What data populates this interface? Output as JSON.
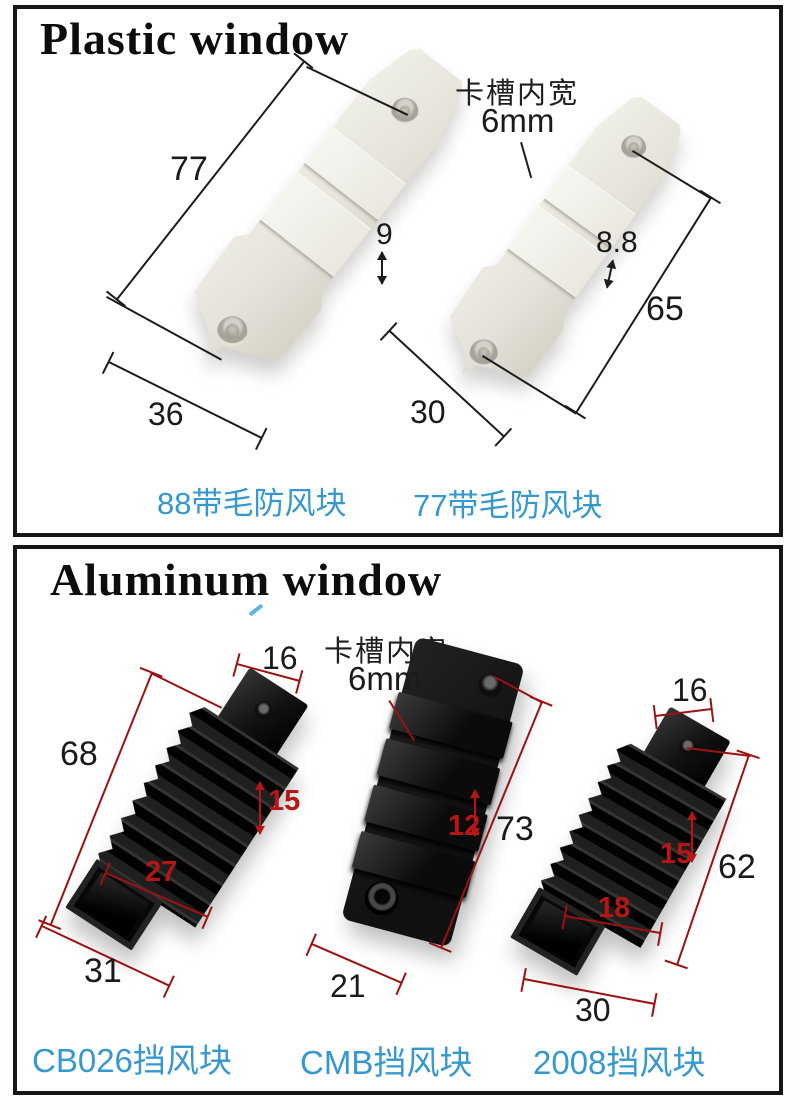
{
  "plastic": {
    "title": "Plastic window",
    "slot_note": [
      "卡槽内宽",
      "6mm"
    ],
    "a": {
      "label": "88带毛防风块",
      "length": "77",
      "width": "36",
      "step": "9"
    },
    "b": {
      "label": "77带毛防风块",
      "length": "65",
      "width": "30",
      "step": "8.8"
    }
  },
  "aluminum": {
    "title": "Aluminum window",
    "slot_note": [
      "卡槽内宽",
      "6mm"
    ],
    "c": {
      "label": "CB026挡风块",
      "tab": "16",
      "length": "68",
      "fin": "15",
      "slot": "27",
      "width": "31"
    },
    "d": {
      "label": "CMB挡风块",
      "fin": "12",
      "length": "73",
      "width": "21"
    },
    "e": {
      "label": "2008挡风块",
      "tab": "16",
      "length": "62",
      "fin": "15",
      "slot": "18",
      "width": "30"
    }
  },
  "colors": {
    "label_blue": "#3598cf",
    "dim_red": "#b61616",
    "line_red": "#9c1212",
    "line_black": "#1c1c1c"
  }
}
